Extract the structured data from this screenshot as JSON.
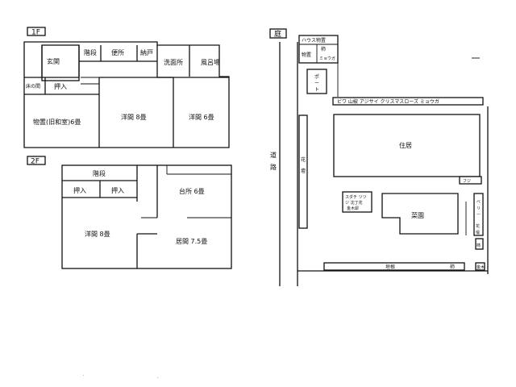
{
  "floor1": {
    "label": "1F",
    "rooms": {
      "genkan": "玄関",
      "kaidan": "階段",
      "benjo": "便所",
      "nando": "納戸",
      "senmenjo": "洗面所",
      "furoba": "風呂場",
      "tokonoma": "床の間",
      "oshiire": "押入",
      "monooki": "物置(旧和室)6畳",
      "youma8": "洋間 8畳",
      "youma6": "洋間 6畳"
    }
  },
  "floor2": {
    "label": "2F",
    "rooms": {
      "kaidan": "階段",
      "oshiire1": "押入",
      "oshiire2": "押入",
      "daidokoro": "台所 6畳",
      "youma8": "洋間 8畳",
      "ima": "居間 7.5畳"
    }
  },
  "garden": {
    "label": "庭",
    "items": {
      "house_storage": "ハウス物置",
      "storage": "物置",
      "kaki": "柿",
      "myouga_top": "ミョウガ",
      "port": "ポート",
      "plants_row": "ビワ 山椒 アジサイ クリスマスローズ ミョウガ",
      "house": "住居",
      "road": "道路",
      "flowerbed_left": "花壇",
      "fuji": "フジ",
      "trees": "スダチ ツツジ 沈丁花 金木犀",
      "vegetable": "菜園",
      "berry": "ベリー",
      "flowerbed_right": "花壇",
      "kaki_right": "柿",
      "hedge": "垣根",
      "kaki_bottom": "柿",
      "small": "金木犀"
    }
  }
}
